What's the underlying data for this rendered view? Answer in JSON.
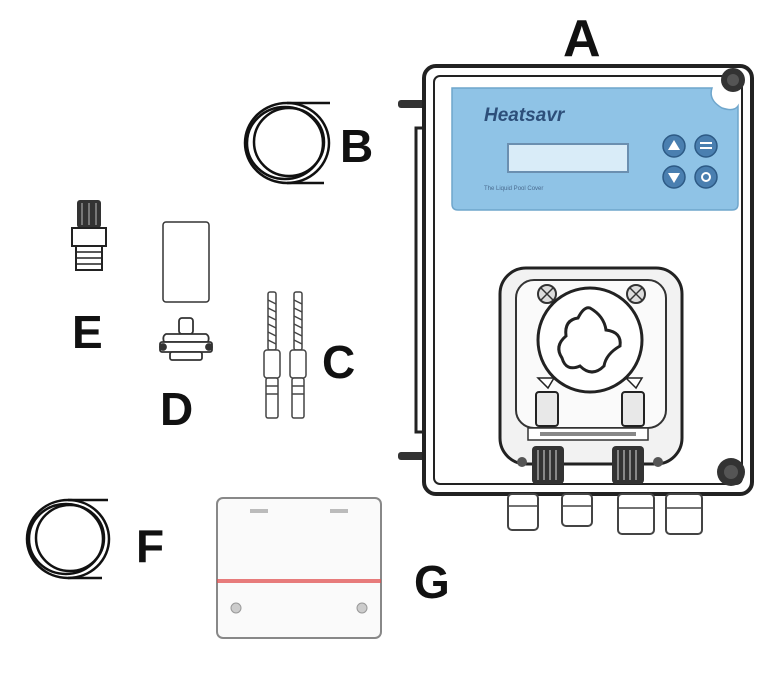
{
  "labels": {
    "a": "A",
    "b": "B",
    "c": "C",
    "d": "D",
    "e": "E",
    "f": "F",
    "g": "G"
  },
  "device": {
    "brand": "Heatsavr",
    "tagline": "The Liquid Pool Cover"
  },
  "colors": {
    "panel": "#8fc3e6",
    "outline": "#222222",
    "red_band": "#e05050"
  }
}
